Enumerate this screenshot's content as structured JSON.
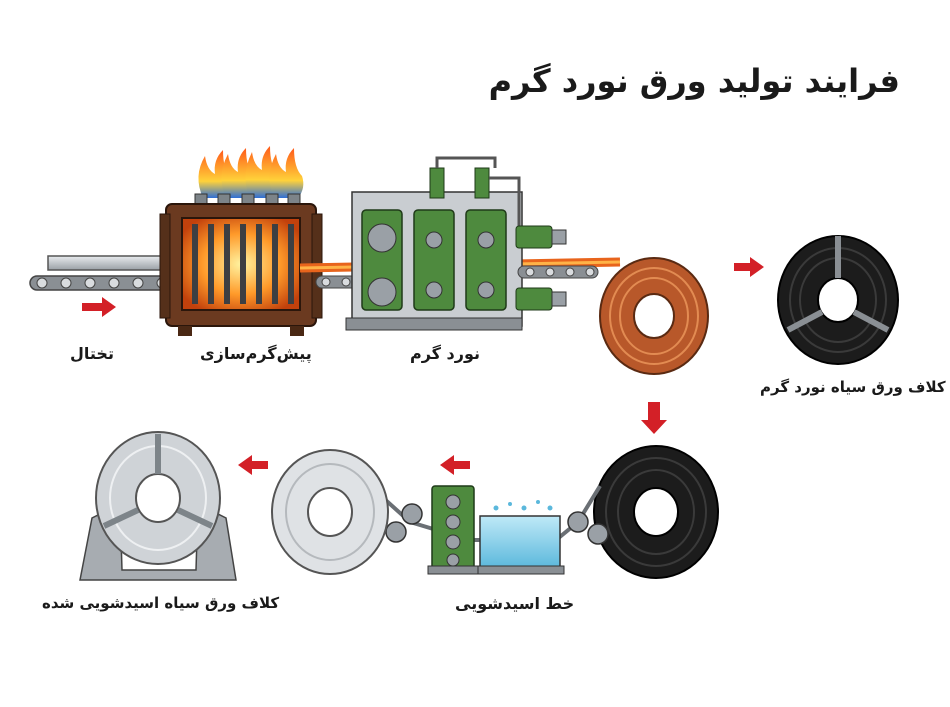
{
  "title": "فرایند تولید ورق نورد گرم",
  "stages": {
    "billet": "تختال",
    "reheating": "پیش‌گرم‌سازی",
    "hot_rolling": "نورد گرم",
    "black_coil": "کلاف ورق سیاه نورد گرم",
    "pickling_line": "خط اسیدشویی",
    "pickled_coil": "کلاف ورق سیاه اسیدشویی شده"
  },
  "colors": {
    "arrow": "#d32027",
    "furnace": "#6b3a20",
    "hot_metal": "#e8641c",
    "roll_stand": "#4e8a3e",
    "black_coil": "#1c1c1c",
    "pickled_coil": "#c9ccd0",
    "acid_bath": "#8fd3ea"
  },
  "icons": [
    "flame-icon",
    "arrow-right-icon",
    "arrow-down-icon",
    "arrow-left-icon"
  ]
}
